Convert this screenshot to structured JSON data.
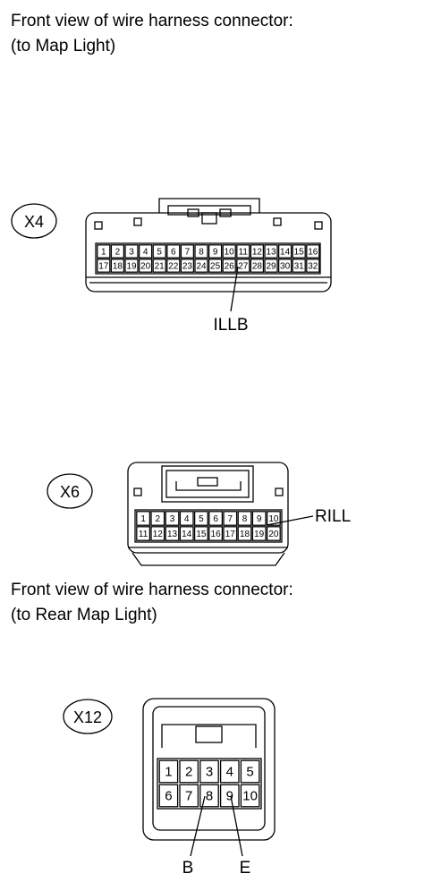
{
  "heading_1": {
    "line1": "Front view of wire harness connector:",
    "line2": "(to Map Light)"
  },
  "heading_2": {
    "line1": "Front view of wire harness connector:",
    "line2": "(to Rear Map Light)"
  },
  "connectors": [
    {
      "id": "x4",
      "tag": "X4",
      "pins_top": [
        "1",
        "2",
        "3",
        "4",
        "5",
        "6",
        "7",
        "8",
        "9",
        "10",
        "11",
        "12",
        "13",
        "14",
        "15",
        "16"
      ],
      "pins_bottom": [
        "17",
        "18",
        "19",
        "20",
        "21",
        "22",
        "23",
        "24",
        "25",
        "26",
        "27",
        "28",
        "29",
        "30",
        "31",
        "32"
      ],
      "callouts": [
        "ILLB"
      ]
    },
    {
      "id": "x6",
      "tag": "X6",
      "pins_top": [
        "1",
        "2",
        "3",
        "4",
        "5",
        "6",
        "7",
        "8",
        "9",
        "10"
      ],
      "pins_bottom": [
        "11",
        "12",
        "13",
        "14",
        "15",
        "16",
        "17",
        "18",
        "19",
        "20"
      ],
      "callouts": [
        "RILL"
      ]
    },
    {
      "id": "x12",
      "tag": "X12",
      "pins_top": [
        "1",
        "2",
        "3",
        "4",
        "5"
      ],
      "pins_bottom": [
        "6",
        "7",
        "8",
        "9",
        "10"
      ],
      "callouts": [
        "B",
        "E"
      ]
    }
  ]
}
